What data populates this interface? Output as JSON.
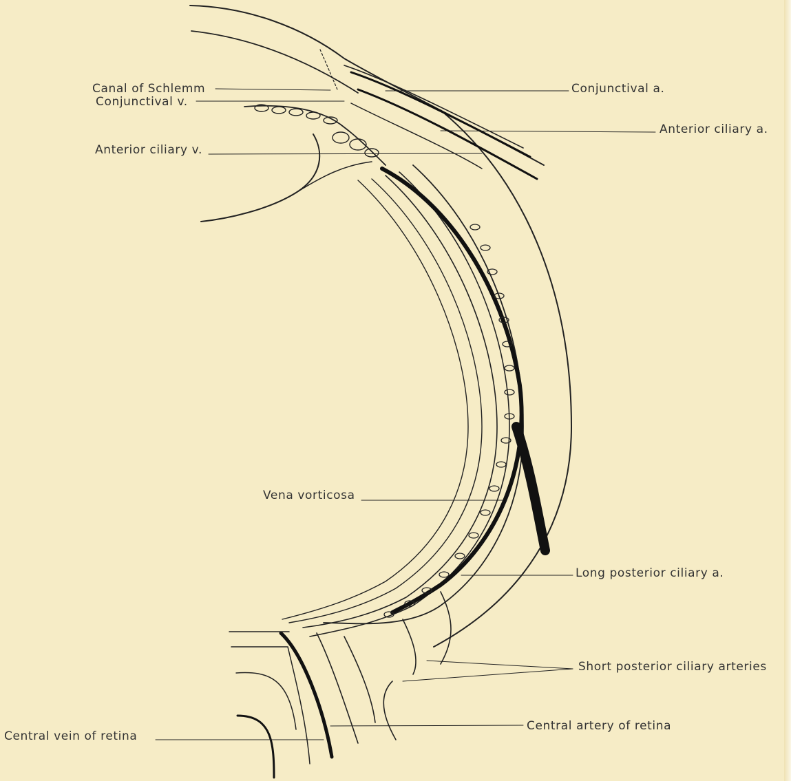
{
  "labels": {
    "canal_of_schlemm": "Canal of Schlemm",
    "conjunctival_v": "Conjunctival v.",
    "anterior_ciliary_v": "Anterior ciliary v.",
    "conjunctival_a": "Conjunctival a.",
    "anterior_ciliary_a": "Anterior ciliary a.",
    "vena_vorticosa": "Vena vorticosa",
    "long_posterior_ciliary_a": "Long posterior ciliary a.",
    "short_posterior_ciliary_arteries": "Short posterior ciliary arteries",
    "central_artery_of_retina": "Central artery of retina",
    "central_vein_of_retina": "Central vein of retina"
  },
  "colors": {
    "background": "#f6ecc6",
    "ink": "#222222",
    "vein": "#111111"
  }
}
